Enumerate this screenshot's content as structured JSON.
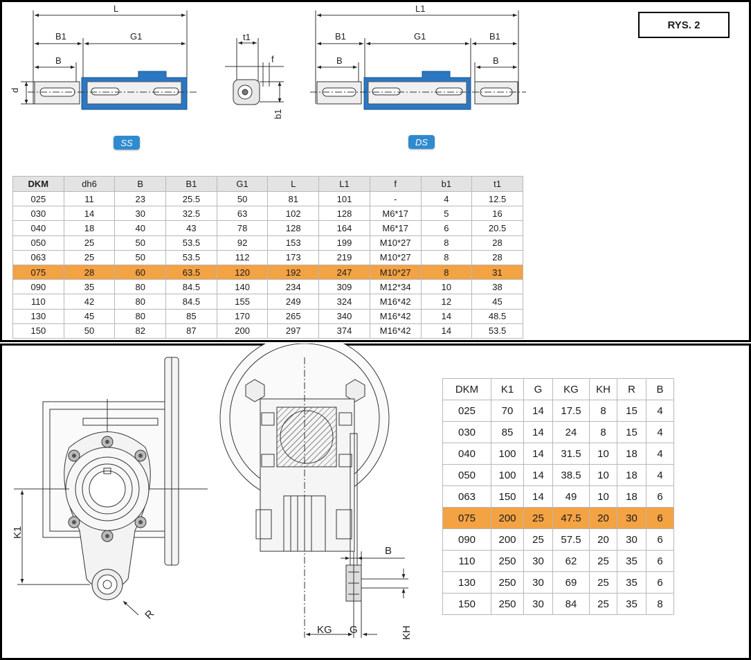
{
  "figure_label": "RYS. 2",
  "variants": {
    "ss": "SS",
    "ds": "DS"
  },
  "dims_top": {
    "L": "L",
    "L1": "L1",
    "B1": "B1",
    "G1": "G1",
    "B": "B",
    "d": "d",
    "t1": "t1",
    "f": "f",
    "b1": "b1"
  },
  "dims_bottom": {
    "K1": "K1",
    "R": "R",
    "B": "B",
    "KG": "KG",
    "G": "G",
    "KH": "KH"
  },
  "shaft_table": {
    "headers": [
      "DKM",
      "dh6",
      "B",
      "B1",
      "G1",
      "L",
      "L1",
      "f",
      "b1",
      "t1"
    ],
    "rows": [
      [
        "025",
        "11",
        "23",
        "25.5",
        "50",
        "81",
        "101",
        "-",
        "4",
        "12.5"
      ],
      [
        "030",
        "14",
        "30",
        "32.5",
        "63",
        "102",
        "128",
        "M6*17",
        "5",
        "16"
      ],
      [
        "040",
        "18",
        "40",
        "43",
        "78",
        "128",
        "164",
        "M6*17",
        "6",
        "20.5"
      ],
      [
        "050",
        "25",
        "50",
        "53.5",
        "92",
        "153",
        "199",
        "M10*27",
        "8",
        "28"
      ],
      [
        "063",
        "25",
        "50",
        "53.5",
        "112",
        "173",
        "219",
        "M10*27",
        "8",
        "28"
      ],
      [
        "075",
        "28",
        "60",
        "63.5",
        "120",
        "192",
        "247",
        "M10*27",
        "8",
        "31"
      ],
      [
        "090",
        "35",
        "80",
        "84.5",
        "140",
        "234",
        "309",
        "M12*34",
        "10",
        "38"
      ],
      [
        "110",
        "42",
        "80",
        "84.5",
        "155",
        "249",
        "324",
        "M16*42",
        "12",
        "45"
      ],
      [
        "130",
        "45",
        "80",
        "85",
        "170",
        "265",
        "340",
        "M16*42",
        "14",
        "48.5"
      ],
      [
        "150",
        "50",
        "82",
        "87",
        "200",
        "297",
        "374",
        "M16*42",
        "14",
        "53.5"
      ]
    ],
    "highlight_row": 5
  },
  "arm_table": {
    "headers": [
      "DKM",
      "K1",
      "G",
      "KG",
      "KH",
      "R",
      "B"
    ],
    "rows": [
      [
        "025",
        "70",
        "14",
        "17.5",
        "8",
        "15",
        "4"
      ],
      [
        "030",
        "85",
        "14",
        "24",
        "8",
        "15",
        "4"
      ],
      [
        "040",
        "100",
        "14",
        "31.5",
        "10",
        "18",
        "4"
      ],
      [
        "050",
        "100",
        "14",
        "38.5",
        "10",
        "18",
        "4"
      ],
      [
        "063",
        "150",
        "14",
        "49",
        "10",
        "18",
        "6"
      ],
      [
        "075",
        "200",
        "25",
        "47.5",
        "20",
        "30",
        "6"
      ],
      [
        "090",
        "200",
        "25",
        "57.5",
        "20",
        "30",
        "6"
      ],
      [
        "110",
        "250",
        "30",
        "62",
        "25",
        "35",
        "6"
      ],
      [
        "130",
        "250",
        "30",
        "69",
        "25",
        "35",
        "6"
      ],
      [
        "150",
        "250",
        "30",
        "84",
        "25",
        "35",
        "8"
      ]
    ],
    "highlight_row": 5
  },
  "colors": {
    "shaft_blue": "#2a78c4",
    "highlight": "#f3a244",
    "badge": "#2f8bd0",
    "header_gray": "#e3e3e3"
  }
}
